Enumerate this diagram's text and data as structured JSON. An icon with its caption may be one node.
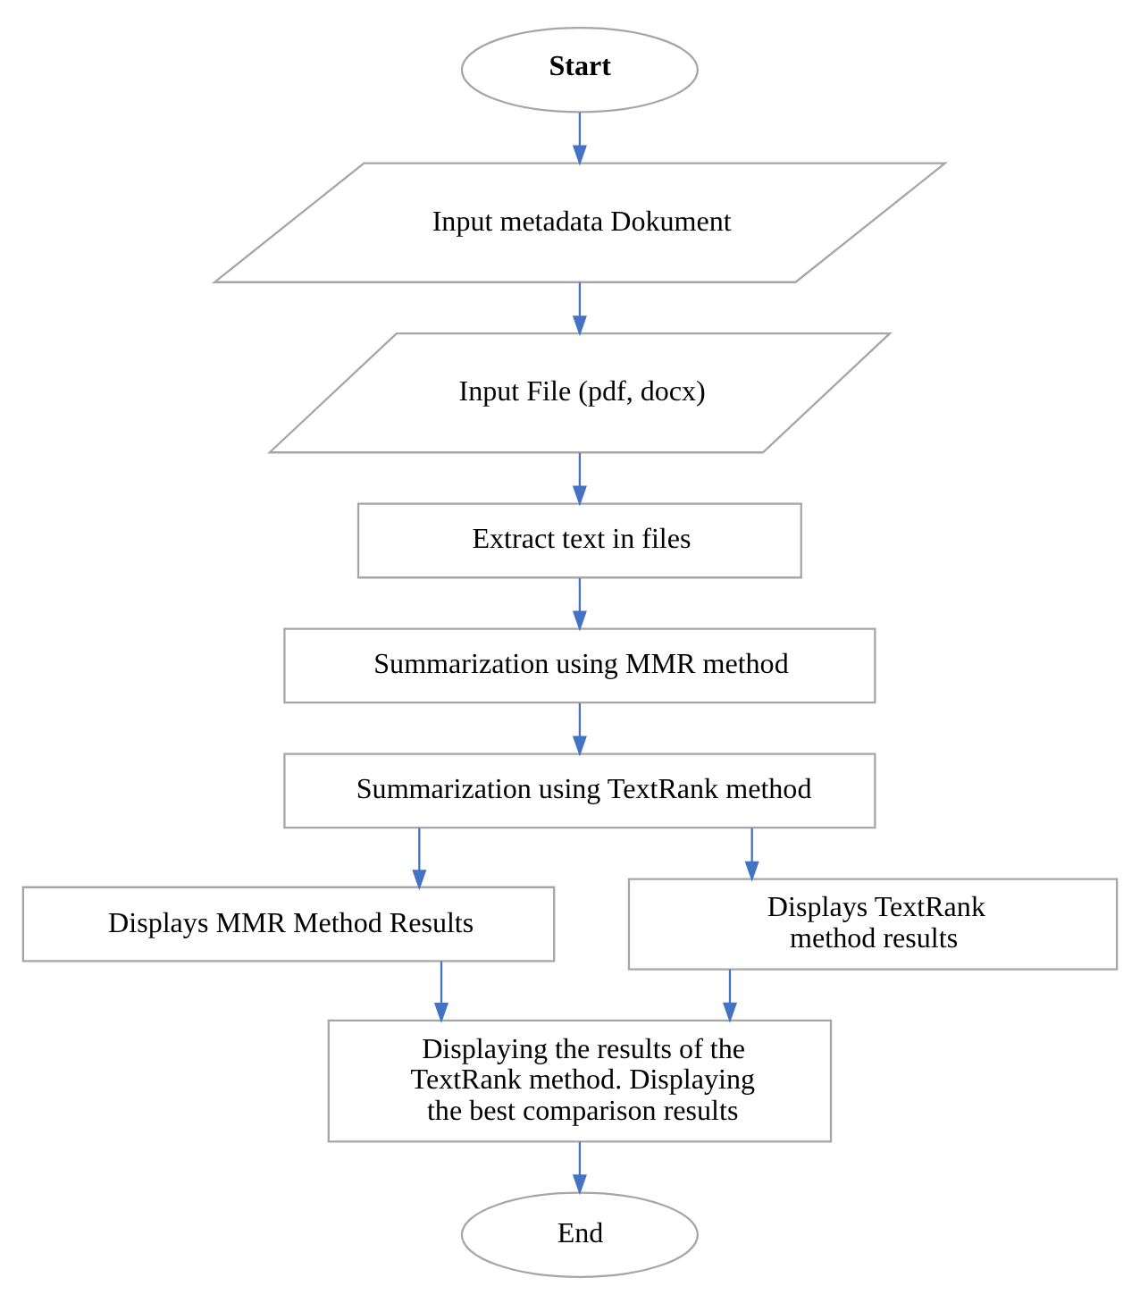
{
  "diagram": {
    "nodes": [
      {
        "text": [
          "Start"
        ]
      },
      {
        "text": [
          "Input metadata Dokument"
        ]
      },
      {
        "text": [
          "Input File (pdf, docx)"
        ]
      },
      {
        "text": [
          "Extract text in files"
        ]
      },
      {
        "text": [
          "Summarization using MMR method"
        ]
      },
      {
        "text": [
          "Summarization using TextRank method"
        ]
      },
      {
        "text": [
          "Displays MMR Method Results"
        ]
      },
      {
        "text": [
          "Displays TextRank method results"
        ]
      },
      {
        "text": [
          "Displaying the results of the TextRank method. Displaying the best comparison results"
        ]
      },
      {
        "text": [
          "End"
        ]
      }
    ],
    "edges": [
      {
        "from": 0,
        "to": 1,
        "arrow": "to"
      },
      {
        "from": 1,
        "to": 2,
        "arrow": "to"
      },
      {
        "from": 2,
        "to": 3,
        "arrow": "to"
      },
      {
        "from": 3,
        "to": 4,
        "arrow": "to"
      },
      {
        "from": 4,
        "to": 5,
        "arrow": "to"
      },
      {
        "from": 5,
        "to": 6,
        "arrow": "to"
      },
      {
        "from": 5,
        "to": 7,
        "arrow": "to"
      },
      {
        "from": 6,
        "to": 8,
        "arrow": "to"
      },
      {
        "from": 7,
        "to": 8,
        "arrow": "to"
      },
      {
        "from": 8,
        "to": 9,
        "arrow": "to"
      }
    ]
  }
}
